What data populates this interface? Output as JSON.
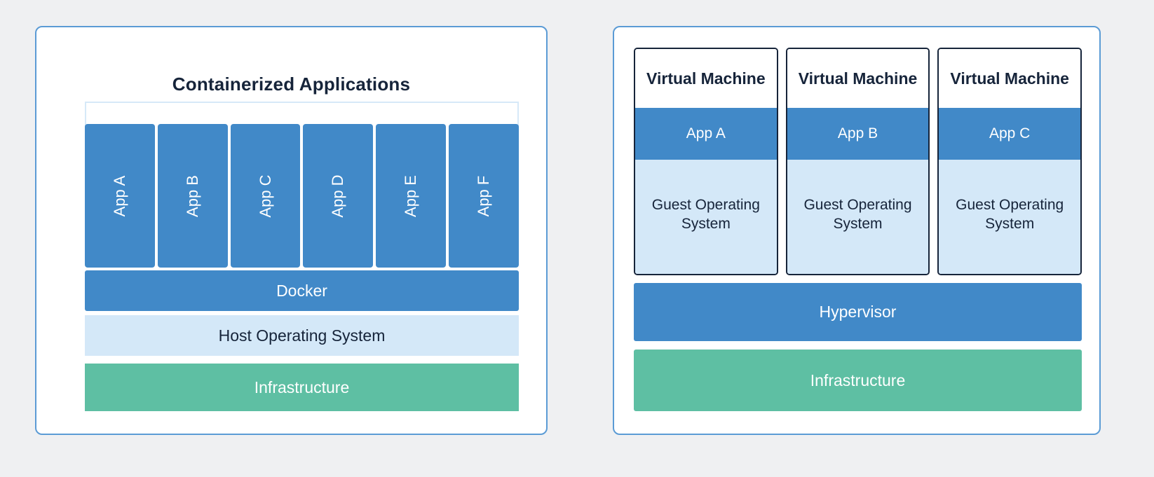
{
  "background_color": "#eff0f2",
  "palette": {
    "panel_border": "#5b9bd5",
    "app_blue": "#4189c8",
    "os_light_blue": "#d4e8f8",
    "infrastructure_green": "#5ebfa3",
    "text_dark": "#16243a",
    "container_frame": "#d6e9f8"
  },
  "containers_panel": {
    "title": "Containerized Applications",
    "apps": [
      {
        "label": "App A"
      },
      {
        "label": "App B"
      },
      {
        "label": "App C"
      },
      {
        "label": "App D"
      },
      {
        "label": "App E"
      },
      {
        "label": "App F"
      }
    ],
    "layers": {
      "engine": "Docker",
      "host_os": "Host Operating System",
      "infrastructure": "Infrastructure"
    }
  },
  "vms_panel": {
    "machines": [
      {
        "title": "Virtual Machine",
        "app": "App A",
        "guest_os": "Guest Operating System"
      },
      {
        "title": "Virtual Machine",
        "app": "App B",
        "guest_os": "Guest Operating System"
      },
      {
        "title": "Virtual Machine",
        "app": "App C",
        "guest_os": "Guest Operating System"
      }
    ],
    "layers": {
      "hypervisor": "Hypervisor",
      "infrastructure": "Infrastructure"
    }
  }
}
